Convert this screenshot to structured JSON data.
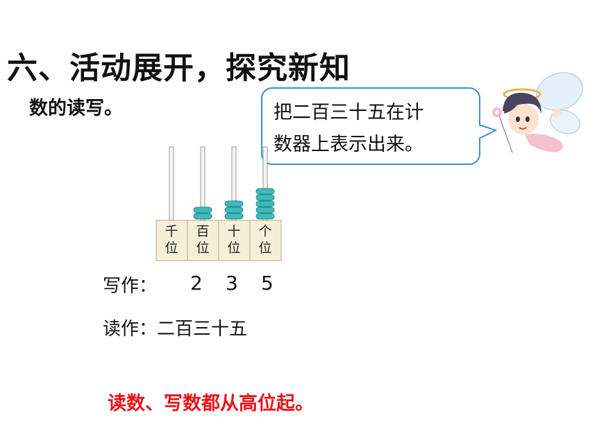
{
  "title": "六、活动展开，探究新知",
  "subtitle": "数的读写。",
  "speech_bubble": {
    "line1": "把二百三十五在计",
    "line2": "数器上表示出来。"
  },
  "abacus": {
    "labels": [
      {
        "top": "千",
        "bottom": "位"
      },
      {
        "top": "百",
        "bottom": "位"
      },
      {
        "top": "十",
        "bottom": "位"
      },
      {
        "top": "个",
        "bottom": "位"
      }
    ],
    "bead_counts": [
      0,
      2,
      3,
      5
    ],
    "bead_color": "#40b9b9",
    "bead_dark": "#1f8a92"
  },
  "write": {
    "label": "写作：",
    "digits": [
      "2",
      "3",
      "5"
    ]
  },
  "read": {
    "label": "读作：",
    "value": "二百三十五"
  },
  "note": "读数、写数都从高位起。"
}
